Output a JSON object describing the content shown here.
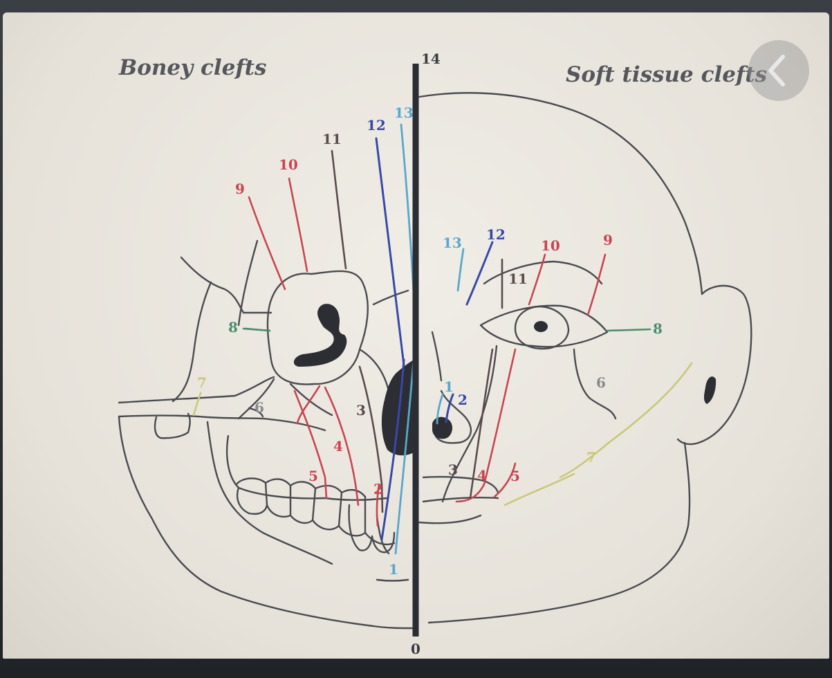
{
  "titles": {
    "left": "Boney clefts",
    "right": "Soft tissue clefts"
  },
  "axis_labels": {
    "top": "14",
    "bottom": "0"
  },
  "bony_labels": {
    "c9": "9",
    "c10": "10",
    "c11": "11",
    "c12": "12",
    "c13": "13",
    "c8": "8",
    "c7": "7",
    "c6": "6",
    "c5": "5",
    "c4": "4",
    "c3": "3",
    "c2": "2",
    "c1": "1"
  },
  "soft_labels": {
    "c13": "13",
    "c12": "12",
    "c11": "11",
    "c10": "10",
    "c9": "9",
    "c8": "8",
    "c6": "6",
    "c7": "7",
    "c5": "5",
    "c4": "4",
    "c3": "3",
    "c2": "2",
    "c1": "1"
  },
  "colors": {
    "red": "#c84552",
    "dark": "#5b4a4d",
    "blue": "#3848a8",
    "light_blue": "#58a7cc",
    "green": "#4a8e6e",
    "yellow": "#c9c878",
    "ink": "#4a4b50"
  },
  "icons": {
    "back": "chevron-left-icon"
  }
}
